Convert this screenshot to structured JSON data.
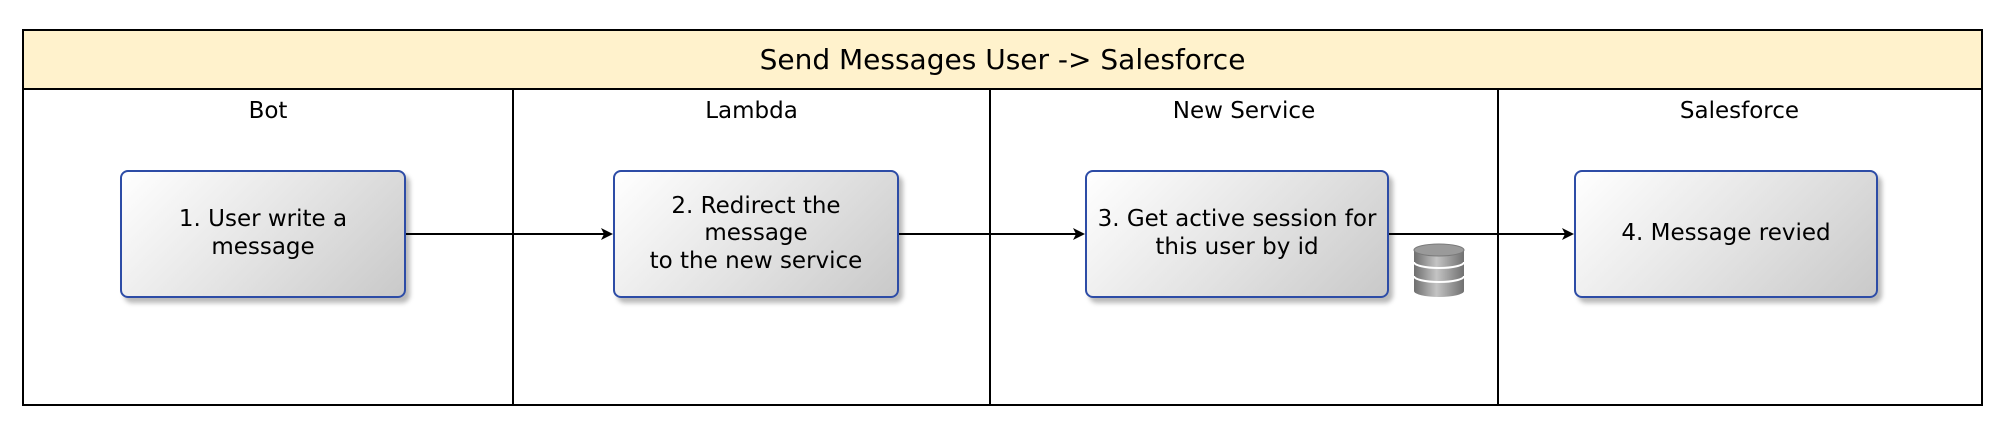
{
  "diagram": {
    "title": "Send Messages User -> Salesforce",
    "lanes": [
      {
        "name": "Bot",
        "step": "1. User write a message"
      },
      {
        "name": "Lambda",
        "step": "2. Redirect the message\nto the new service"
      },
      {
        "name": "New Service",
        "step": "3. Get active session for\nthis user by id"
      },
      {
        "name": "Salesforce",
        "step": "4. Message revied"
      }
    ],
    "database_icon": "database-icon",
    "colors": {
      "header_fill": "#fff2cc",
      "box_border": "#2d4ca6",
      "line": "#000000"
    }
  }
}
